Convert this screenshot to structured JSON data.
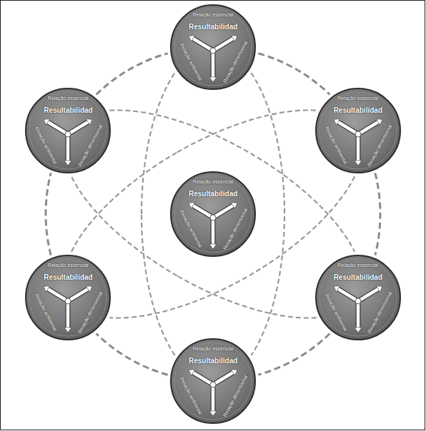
{
  "diagram": {
    "nodes": [
      {
        "text": [
          "Resultabilidad",
          "Relação essencial",
          "Relação dimensional",
          "Relação ambiental"
        ]
      },
      {
        "text": [
          "Resultabilidad",
          "Relação essencial",
          "Relação dimensional",
          "Relação ambiental"
        ]
      },
      {
        "text": [
          "Resultabilidad",
          "Relação essencial",
          "Relação dimensional",
          "Relação ambiental"
        ]
      },
      {
        "text": [
          "Resultabilidad",
          "Relação essencial",
          "Relação dimensional",
          "Relação ambiental"
        ]
      },
      {
        "text": [
          "Resultabilidad",
          "Relação essencial",
          "Relação dimensional",
          "Relação ambiental"
        ]
      },
      {
        "text": [
          "Resultabilidad",
          "Relação essencial",
          "Relação dimensional",
          "Relação ambiental"
        ]
      },
      {
        "text": [
          "Resultabilidad",
          "Relação essencial",
          "Relação dimensional",
          "Relação ambiental"
        ]
      }
    ],
    "edges": [
      {
        "from": 0,
        "to": 2,
        "arrow": "none"
      },
      {
        "from": 2,
        "to": 5,
        "arrow": "none"
      },
      {
        "from": 5,
        "to": 6,
        "arrow": "none"
      },
      {
        "from": 6,
        "to": 4,
        "arrow": "none"
      },
      {
        "from": 4,
        "to": 1,
        "arrow": "none"
      },
      {
        "from": 1,
        "to": 0,
        "arrow": "none"
      },
      {
        "from": 0,
        "to": 6,
        "arrow": "none"
      },
      {
        "from": 1,
        "to": 5,
        "arrow": "none"
      },
      {
        "from": 2,
        "to": 4,
        "arrow": "none"
      }
    ]
  }
}
